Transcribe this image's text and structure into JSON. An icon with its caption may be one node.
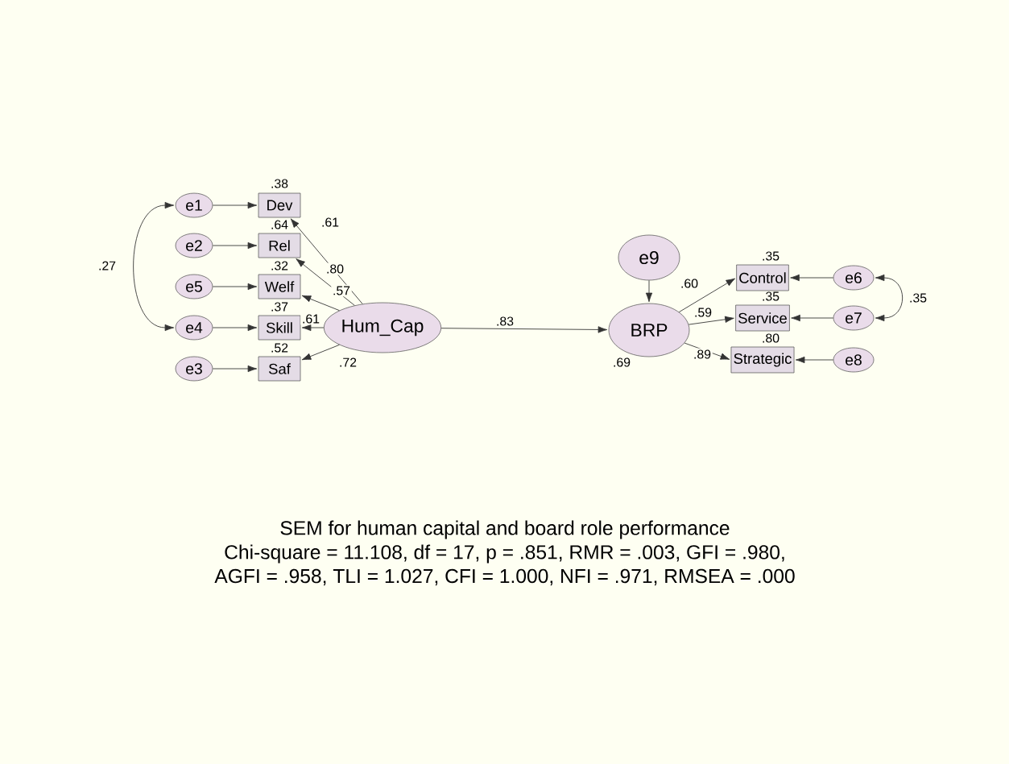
{
  "diagram": {
    "caption": "SEM for human capital and board role performance",
    "nodes": [
      {
        "text": [
          "e1"
        ]
      },
      {
        "text": [
          "Dev"
        ],
        "beside": [
          ".38"
        ]
      },
      {
        "text": [
          "e2"
        ]
      },
      {
        "text": [
          "Rel"
        ],
        "beside": [
          ".64"
        ]
      },
      {
        "text": [
          "e5"
        ]
      },
      {
        "text": [
          "Welf"
        ],
        "beside": [
          ".32"
        ]
      },
      {
        "text": [
          "e4"
        ]
      },
      {
        "text": [
          "Skill"
        ],
        "beside": [
          ".37"
        ]
      },
      {
        "text": [
          "e3"
        ]
      },
      {
        "text": [
          "Saf"
        ],
        "beside": [
          ".52"
        ]
      },
      {
        "text": [
          "Hum_Cap"
        ]
      },
      {
        "text": [
          "e9"
        ]
      },
      {
        "text": [
          "BRP"
        ],
        "beside": [
          ".69"
        ]
      },
      {
        "text": [
          "Control"
        ],
        "beside": [
          ".35"
        ]
      },
      {
        "text": [
          "e6"
        ]
      },
      {
        "text": [
          "Service"
        ],
        "beside": [
          ".35"
        ]
      },
      {
        "text": [
          "e7"
        ]
      },
      {
        "text": [
          "Strategic"
        ],
        "beside": [
          ".80"
        ]
      },
      {
        "text": [
          "e8"
        ]
      }
    ],
    "edges": [
      {
        "from": 0,
        "to": 1,
        "arrow": "to"
      },
      {
        "from": 2,
        "to": 3,
        "arrow": "to"
      },
      {
        "from": 4,
        "to": 5,
        "arrow": "to"
      },
      {
        "from": 6,
        "to": 7,
        "arrow": "to"
      },
      {
        "from": 8,
        "to": 9,
        "arrow": "to"
      },
      {
        "from": 0,
        "to": 6,
        "arrow": "both",
        "label": ".27"
      },
      {
        "from": 10,
        "to": 1,
        "arrow": "to",
        "label": ".61"
      },
      {
        "from": 10,
        "to": 3,
        "arrow": "to",
        "label": ".80"
      },
      {
        "from": 10,
        "to": 5,
        "arrow": "to",
        "label": ".57"
      },
      {
        "from": 10,
        "to": 7,
        "arrow": "to",
        "label": ".61"
      },
      {
        "from": 10,
        "to": 9,
        "arrow": "to",
        "label": ".72"
      },
      {
        "from": 10,
        "to": 12,
        "arrow": "to",
        "label": ".83"
      },
      {
        "from": 11,
        "to": 12,
        "arrow": "to"
      },
      {
        "from": 12,
        "to": 13,
        "arrow": "to",
        "label": ".60"
      },
      {
        "from": 12,
        "to": 15,
        "arrow": "to",
        "label": ".59"
      },
      {
        "from": 12,
        "to": 17,
        "arrow": "to",
        "label": ".89"
      },
      {
        "from": 14,
        "to": 13,
        "arrow": "to"
      },
      {
        "from": 16,
        "to": 15,
        "arrow": "to"
      },
      {
        "from": 18,
        "to": 17,
        "arrow": "to"
      },
      {
        "from": 14,
        "to": 16,
        "arrow": "both",
        "label": ".35"
      }
    ],
    "labels": [
      "Chi-square = 11.108, df = 17, p = .851, RMR = .003, GFI = .980,",
      "AGFI = .958, TLI = 1.027, CFI = 1.000, NFI = .971, RMSEA = .000"
    ]
  }
}
